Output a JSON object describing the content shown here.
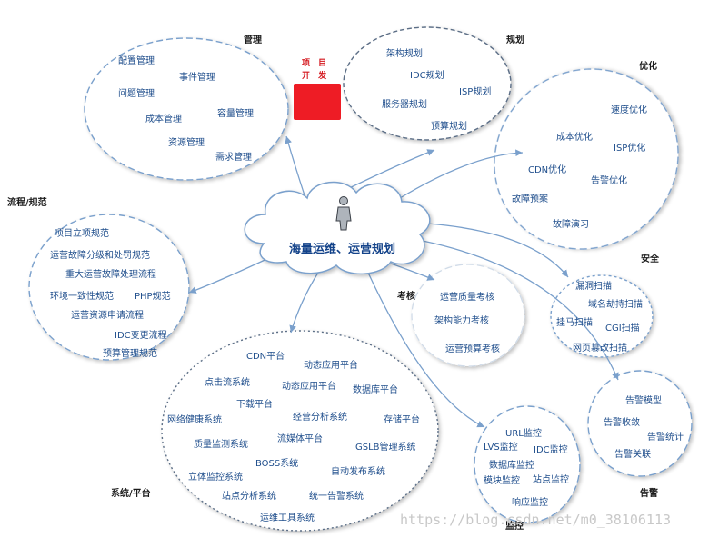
{
  "center": {
    "title": "海量运维、运营规划"
  },
  "red_box": {
    "line1": "项 目",
    "line2": "开 发",
    "color": "#ee1c25"
  },
  "colors": {
    "text": "#1f4e8c",
    "edge": "#7aa0cc",
    "center": "#14438a"
  },
  "groups": {
    "guanli": {
      "label": "管理",
      "items": [
        "配置管理",
        "事件管理",
        "问题管理",
        "成本管理",
        "容量管理",
        "资源管理",
        "需求管理"
      ]
    },
    "guihua": {
      "label": "规划",
      "items": [
        "架构规划",
        "IDC规划",
        "ISP规划",
        "服务器规划",
        "预算规划"
      ]
    },
    "youhua": {
      "label": "优化",
      "items": [
        "速度优化",
        "成本优化",
        "ISP优化",
        "CDN优化",
        "告警优化",
        "故障预案",
        "故障演习"
      ]
    },
    "liucheng": {
      "label": "流程/规范",
      "items": [
        "项目立项规范",
        "运营故障分级和处罚规范",
        "重大运营故障处理流程",
        "环境一致性规范",
        "PHP规范",
        "运营资源申请流程",
        "IDC变更流程",
        "预算管理规范"
      ]
    },
    "anquan": {
      "label": "安全",
      "items": [
        "漏洞扫描",
        "域名劫持扫描",
        "挂马扫描",
        "CGI扫描",
        "网页篡改扫描"
      ]
    },
    "kaohe": {
      "label": "考核",
      "items": [
        "运营质量考核",
        "架构能力考核",
        "运营预算考核"
      ]
    },
    "xitong": {
      "label": "系统/平台",
      "items": [
        "CDN平台",
        "动态应用平台",
        "点击流系统",
        "动态应用平台",
        "数据库平台",
        "下载平台",
        "网络健康系统",
        "经营分析系统",
        "存储平台",
        "流媒体平台",
        "质量监测系统",
        "GSLB管理系统",
        "BOSS系统",
        "自动发布系统",
        "立体监控系统",
        "站点分析系统",
        "统一告警系统",
        "运维工具系统"
      ]
    },
    "jiankong": {
      "label": "监控",
      "items": [
        "URL监控",
        "LVS监控",
        "IDC监控",
        "数据库监控",
        "模块监控",
        "站点监控",
        "响应监控"
      ]
    },
    "gaojing": {
      "label": "告警",
      "items": [
        "告警模型",
        "告警收敛",
        "告警统计",
        "告警关联"
      ]
    }
  },
  "watermark": "https://blog.csdn.net/m0_38106113"
}
